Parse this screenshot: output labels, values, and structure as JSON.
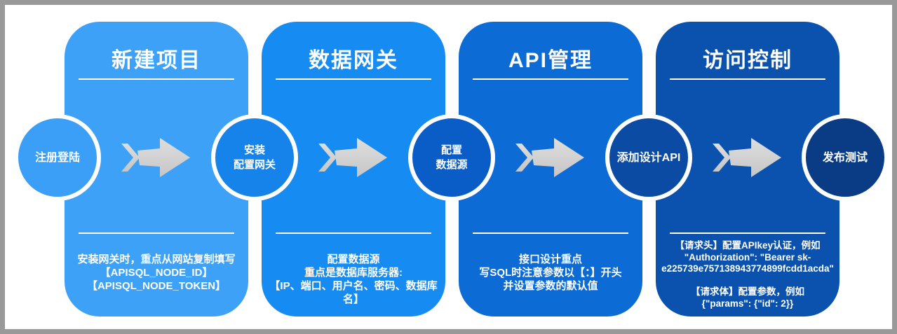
{
  "colors": {
    "frame_border": "#999999",
    "background": "#ffffff",
    "arrow": "#d6d6d6",
    "text": "#ffffff"
  },
  "steps": [
    {
      "title": "新建项目",
      "color": "#3EA1F8",
      "desc_lines": [
        "安装网关时，重点从网站复制填写",
        "【APISQL_NODE_ID】",
        "【APISQL_NODE_TOKEN】"
      ]
    },
    {
      "title": "数据网关",
      "color": "#168BF2",
      "desc_lines": [
        "配置数据源",
        "重点是数据库服务器:",
        "【IP、端口、用户名、密码、数据库名】"
      ]
    },
    {
      "title": "API管理",
      "color": "#0D6BD6",
      "desc_lines": [
        "接口设计重点",
        "写SQL时注意参数以【：】开头",
        "并设置参数的默认值"
      ]
    },
    {
      "title": "访问控制",
      "color": "#0A52AE",
      "desc_lines": [
        "【请求头】配置APIkey认证，例如",
        "\"Authorization\": \"Bearer sk-",
        "e225739e757138943774899fcdd1acda\"",
        " ",
        "【请求体】配置参数，例如",
        "{\"params\": {\"id\": 2}}"
      ]
    }
  ],
  "milestones": [
    {
      "label": "注册登陆",
      "lines": [
        "注册登陆"
      ],
      "color": "#3B9FF8"
    },
    {
      "label": "安装配置网关",
      "lines": [
        "安装",
        "配置网关"
      ],
      "color": "#1583EA"
    },
    {
      "label": "配置数据源",
      "lines": [
        "配置",
        "数据源"
      ],
      "color": "#0A5CC6"
    },
    {
      "label": "添加设计API",
      "lines": [
        "添加设计API"
      ],
      "color": "#0B4BA4"
    },
    {
      "label": "发布测试",
      "lines": [
        "发布测试"
      ],
      "color": "#0A3C86"
    }
  ]
}
